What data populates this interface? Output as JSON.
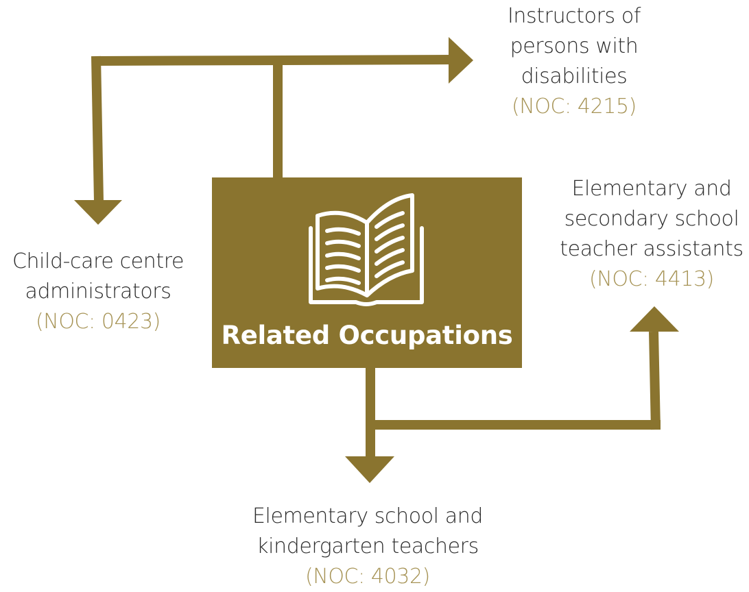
{
  "colors": {
    "accent": "#8a742f",
    "noc_text": "#a69355",
    "label_text": "#2b2b2b",
    "box_text": "#ffffff"
  },
  "center": {
    "title": "Related Occupations",
    "icon": "open-book-icon"
  },
  "occupations": {
    "instructors": {
      "line1": "Instructors of",
      "line2": "persons with",
      "line3": "disabilities",
      "noc": "(NOC: 4215)"
    },
    "childcare": {
      "line1": "Child-care centre",
      "line2": "administrators",
      "noc": "(NOC: 0423)"
    },
    "assistants": {
      "line1": "Elementary and",
      "line2": "secondary school",
      "line3": "teacher assistants",
      "noc": "(NOC: 4413)"
    },
    "teachers": {
      "line1": "Elementary school and",
      "line2": "kindergarten teachers",
      "noc": "(NOC: 4032)"
    }
  }
}
